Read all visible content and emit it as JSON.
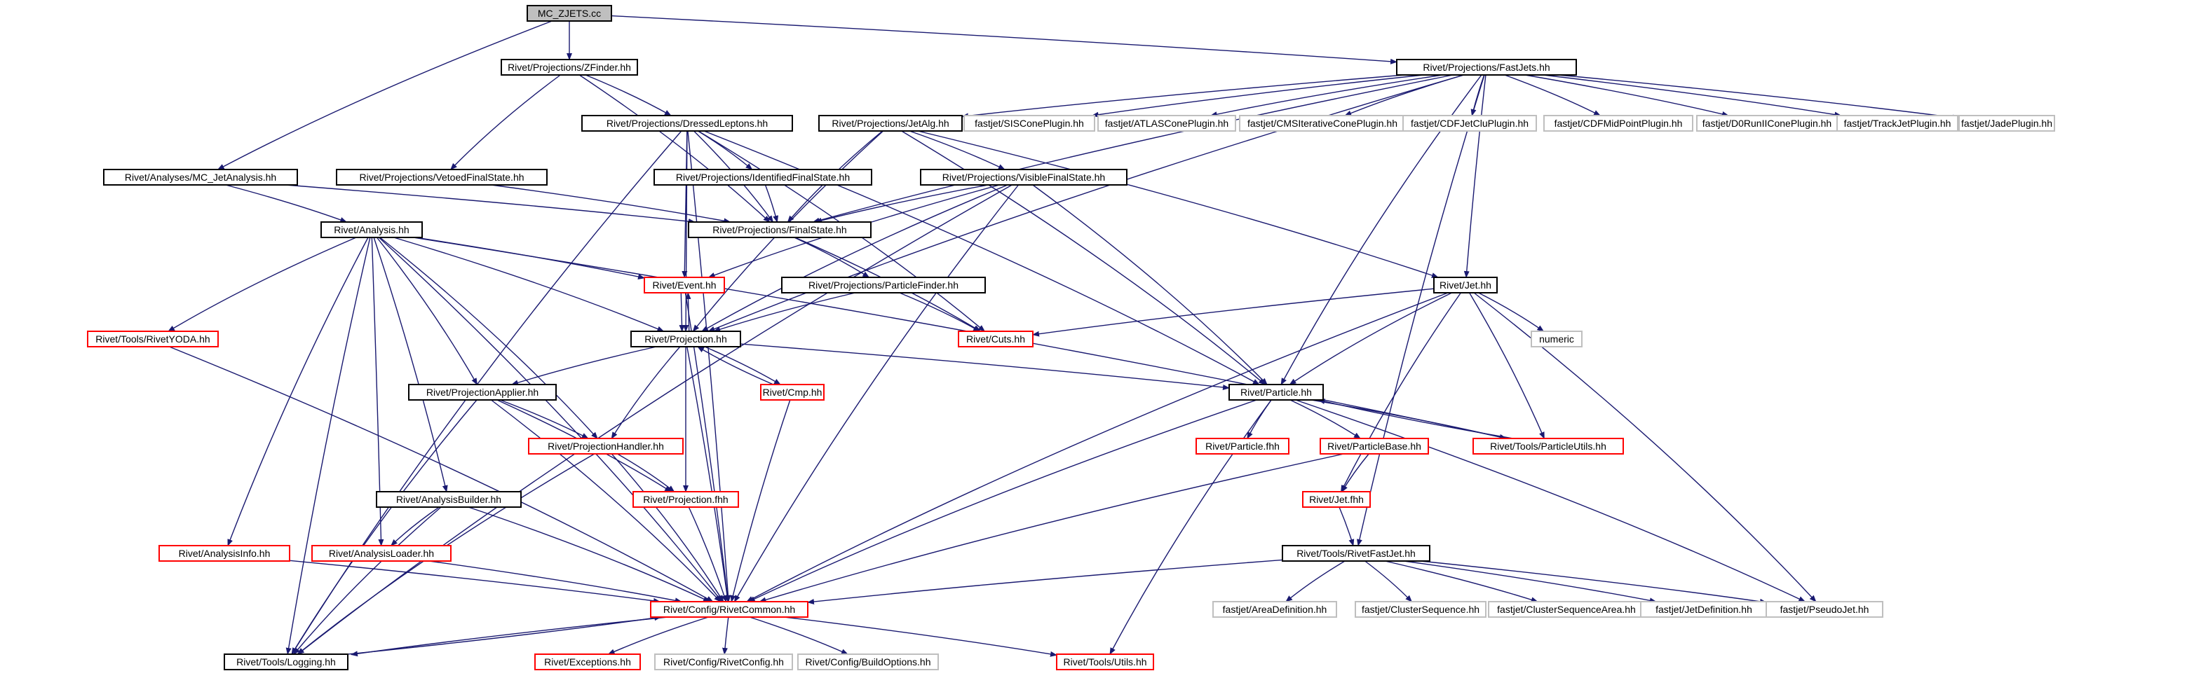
{
  "colors": {
    "edge": "#191970",
    "box_black": "#000000",
    "box_red": "#ff0000",
    "box_grey": "#bfbfbf",
    "root_fill": "#bfbfbf",
    "background": "#ffffff"
  },
  "nodes": [
    {
      "id": "mczjets",
      "label": "MC_ZJETS.cc",
      "style": "root"
    },
    {
      "id": "zfinder",
      "label": "Rivet/Projections/ZFinder.hh",
      "style": "black"
    },
    {
      "id": "fastjets",
      "label": "Rivet/Projections/FastJets.hh",
      "style": "black"
    },
    {
      "id": "dressedleptons",
      "label": "Rivet/Projections/DressedLeptons.hh",
      "style": "black"
    },
    {
      "id": "jetalg",
      "label": "Rivet/Projections/JetAlg.hh",
      "style": "black"
    },
    {
      "id": "siscone",
      "label": "fastjet/SISConePlugin.hh",
      "style": "grey"
    },
    {
      "id": "atlascone",
      "label": "fastjet/ATLASConePlugin.hh",
      "style": "grey"
    },
    {
      "id": "cmscone",
      "label": "fastjet/CMSIterativeConePlugin.hh",
      "style": "grey"
    },
    {
      "id": "cdfjetclu",
      "label": "fastjet/CDFJetCluPlugin.hh",
      "style": "grey"
    },
    {
      "id": "cdfmidpoint",
      "label": "fastjet/CDFMidPointPlugin.hh",
      "style": "grey"
    },
    {
      "id": "d0runii",
      "label": "fastjet/D0RunIIConePlugin.hh",
      "style": "grey"
    },
    {
      "id": "trackjet",
      "label": "fastjet/TrackJetPlugin.hh",
      "style": "grey"
    },
    {
      "id": "jade",
      "label": "fastjet/JadePlugin.hh",
      "style": "grey"
    },
    {
      "id": "mcjetanalysis",
      "label": "Rivet/Analyses/MC_JetAnalysis.hh",
      "style": "black"
    },
    {
      "id": "vetoedfs",
      "label": "Rivet/Projections/VetoedFinalState.hh",
      "style": "black"
    },
    {
      "id": "identifiedfs",
      "label": "Rivet/Projections/IdentifiedFinalState.hh",
      "style": "black"
    },
    {
      "id": "visiblefs",
      "label": "Rivet/Projections/VisibleFinalState.hh",
      "style": "black"
    },
    {
      "id": "finalstate",
      "label": "Rivet/Projections/FinalState.hh",
      "style": "black"
    },
    {
      "id": "analysis",
      "label": "Rivet/Analysis.hh",
      "style": "black"
    },
    {
      "id": "event",
      "label": "Rivet/Event.hh",
      "style": "red"
    },
    {
      "id": "particlefinder",
      "label": "Rivet/Projections/ParticleFinder.hh",
      "style": "black"
    },
    {
      "id": "jet",
      "label": "Rivet/Jet.hh",
      "style": "black"
    },
    {
      "id": "rivetyoda",
      "label": "Rivet/Tools/RivetYODA.hh",
      "style": "red"
    },
    {
      "id": "cuts",
      "label": "Rivet/Cuts.hh",
      "style": "red"
    },
    {
      "id": "projection",
      "label": "Rivet/Projection.hh",
      "style": "black"
    },
    {
      "id": "numeric",
      "label": "numeric",
      "style": "grey"
    },
    {
      "id": "projapplier",
      "label": "Rivet/ProjectionApplier.hh",
      "style": "black"
    },
    {
      "id": "cmp",
      "label": "Rivet/Cmp.hh",
      "style": "red"
    },
    {
      "id": "particle",
      "label": "Rivet/Particle.hh",
      "style": "black"
    },
    {
      "id": "projhandler",
      "label": "Rivet/ProjectionHandler.hh",
      "style": "red"
    },
    {
      "id": "particlefhh",
      "label": "Rivet/Particle.fhh",
      "style": "red"
    },
    {
      "id": "particlebase",
      "label": "Rivet/ParticleBase.hh",
      "style": "red"
    },
    {
      "id": "particleutils",
      "label": "Rivet/Tools/ParticleUtils.hh",
      "style": "red"
    },
    {
      "id": "analysisbuilder",
      "label": "Rivet/AnalysisBuilder.hh",
      "style": "black"
    },
    {
      "id": "projfhh",
      "label": "Rivet/Projection.fhh",
      "style": "red"
    },
    {
      "id": "jetfhh",
      "label": "Rivet/Jet.fhh",
      "style": "red"
    },
    {
      "id": "analysisinfo",
      "label": "Rivet/AnalysisInfo.hh",
      "style": "red"
    },
    {
      "id": "analysisloader",
      "label": "Rivet/AnalysisLoader.hh",
      "style": "red"
    },
    {
      "id": "rivetfastjet",
      "label": "Rivet/Tools/RivetFastJet.hh",
      "style": "black"
    },
    {
      "id": "rivetcommon",
      "label": "Rivet/Config/RivetCommon.hh",
      "style": "red"
    },
    {
      "id": "areadef",
      "label": "fastjet/AreaDefinition.hh",
      "style": "grey"
    },
    {
      "id": "clusterseq",
      "label": "fastjet/ClusterSequence.hh",
      "style": "grey"
    },
    {
      "id": "clusterseqarea",
      "label": "fastjet/ClusterSequenceArea.hh",
      "style": "grey"
    },
    {
      "id": "jetdef",
      "label": "fastjet/JetDefinition.hh",
      "style": "grey"
    },
    {
      "id": "pseudojet",
      "label": "fastjet/PseudoJet.hh",
      "style": "grey"
    },
    {
      "id": "logging",
      "label": "Rivet/Tools/Logging.hh",
      "style": "black"
    },
    {
      "id": "exceptions",
      "label": "Rivet/Exceptions.hh",
      "style": "red"
    },
    {
      "id": "rivetconfig",
      "label": "Rivet/Config/RivetConfig.hh",
      "style": "grey"
    },
    {
      "id": "buildoptions",
      "label": "Rivet/Config/BuildOptions.hh",
      "style": "grey"
    },
    {
      "id": "utils",
      "label": "Rivet/Tools/Utils.hh",
      "style": "red"
    }
  ],
  "edges": [
    [
      "mczjets",
      "zfinder"
    ],
    [
      "mczjets",
      "fastjets"
    ],
    [
      "mczjets",
      "mcjetanalysis"
    ],
    [
      "zfinder",
      "dressedleptons"
    ],
    [
      "zfinder",
      "vetoedfs"
    ],
    [
      "zfinder",
      "finalstate"
    ],
    [
      "fastjets",
      "jetalg"
    ],
    [
      "fastjets",
      "siscone"
    ],
    [
      "fastjets",
      "atlascone"
    ],
    [
      "fastjets",
      "cmscone"
    ],
    [
      "fastjets",
      "cdfjetclu"
    ],
    [
      "fastjets",
      "cdfmidpoint"
    ],
    [
      "fastjets",
      "d0runii"
    ],
    [
      "fastjets",
      "trackjet"
    ],
    [
      "fastjets",
      "jade"
    ],
    [
      "fastjets",
      "finalstate"
    ],
    [
      "fastjets",
      "jet"
    ],
    [
      "fastjets",
      "particle"
    ],
    [
      "fastjets",
      "rivetfastjet"
    ],
    [
      "fastjets",
      "projection"
    ],
    [
      "dressedleptons",
      "identifiedfs"
    ],
    [
      "dressedleptons",
      "finalstate"
    ],
    [
      "dressedleptons",
      "event"
    ],
    [
      "dressedleptons",
      "projection"
    ],
    [
      "dressedleptons",
      "particle"
    ],
    [
      "dressedleptons",
      "cuts"
    ],
    [
      "dressedleptons",
      "rivetcommon"
    ],
    [
      "dressedleptons",
      "logging"
    ],
    [
      "jetalg",
      "visiblefs"
    ],
    [
      "jetalg",
      "finalstate"
    ],
    [
      "jetalg",
      "jet"
    ],
    [
      "jetalg",
      "particle"
    ],
    [
      "jetalg",
      "projection"
    ],
    [
      "mcjetanalysis",
      "analysis"
    ],
    [
      "mcjetanalysis",
      "finalstate"
    ],
    [
      "vetoedfs",
      "finalstate"
    ],
    [
      "identifiedfs",
      "finalstate"
    ],
    [
      "visiblefs",
      "finalstate"
    ],
    [
      "visiblefs",
      "event"
    ],
    [
      "visiblefs",
      "projection"
    ],
    [
      "visiblefs",
      "particle"
    ],
    [
      "visiblefs",
      "rivetcommon"
    ],
    [
      "visiblefs",
      "logging"
    ],
    [
      "finalstate",
      "particlefinder"
    ],
    [
      "finalstate",
      "cuts"
    ],
    [
      "analysis",
      "event"
    ],
    [
      "analysis",
      "projection"
    ],
    [
      "analysis",
      "rivetyoda"
    ],
    [
      "analysis",
      "projapplier"
    ],
    [
      "analysis",
      "projhandler"
    ],
    [
      "analysis",
      "analysisbuilder"
    ],
    [
      "analysis",
      "analysisinfo"
    ],
    [
      "analysis",
      "analysisloader"
    ],
    [
      "analysis",
      "rivetcommon"
    ],
    [
      "analysis",
      "logging"
    ],
    [
      "analysis",
      "particleutils"
    ],
    [
      "event",
      "projection"
    ],
    [
      "event",
      "rivetcommon"
    ],
    [
      "particlefinder",
      "projection"
    ],
    [
      "particlefinder",
      "cuts"
    ],
    [
      "jet",
      "cuts"
    ],
    [
      "jet",
      "numeric"
    ],
    [
      "jet",
      "particle"
    ],
    [
      "jet",
      "particleutils"
    ],
    [
      "jet",
      "jetfhh"
    ],
    [
      "jet",
      "rivetcommon"
    ],
    [
      "jet",
      "pseudojet"
    ],
    [
      "rivetyoda",
      "rivetcommon"
    ],
    [
      "projection",
      "event"
    ],
    [
      "projection",
      "projapplier"
    ],
    [
      "projection",
      "cmp"
    ],
    [
      "projection",
      "projhandler"
    ],
    [
      "projection",
      "projfhh"
    ],
    [
      "projection",
      "rivetcommon"
    ],
    [
      "projection",
      "particle"
    ],
    [
      "projapplier",
      "projhandler"
    ],
    [
      "projapplier",
      "projfhh"
    ],
    [
      "projapplier",
      "rivetcommon"
    ],
    [
      "projapplier",
      "logging"
    ],
    [
      "cmp",
      "projection"
    ],
    [
      "cmp",
      "rivetcommon"
    ],
    [
      "particle",
      "particlefhh"
    ],
    [
      "particle",
      "particlebase"
    ],
    [
      "particle",
      "particleutils"
    ],
    [
      "particle",
      "rivetcommon"
    ],
    [
      "particle",
      "utils"
    ],
    [
      "particle",
      "pseudojet"
    ],
    [
      "projhandler",
      "projfhh"
    ],
    [
      "projhandler",
      "rivetcommon"
    ],
    [
      "projhandler",
      "logging"
    ],
    [
      "particlebase",
      "jetfhh"
    ],
    [
      "particlebase",
      "rivetcommon"
    ],
    [
      "particleutils",
      "particle"
    ],
    [
      "analysisbuilder",
      "analysisloader"
    ],
    [
      "analysisbuilder",
      "rivetcommon"
    ],
    [
      "analysisbuilder",
      "logging"
    ],
    [
      "projfhh",
      "rivetcommon"
    ],
    [
      "jetfhh",
      "rivetfastjet"
    ],
    [
      "analysisinfo",
      "rivetcommon"
    ],
    [
      "analysisloader",
      "rivetcommon"
    ],
    [
      "rivetfastjet",
      "rivetcommon"
    ],
    [
      "rivetfastjet",
      "areadef"
    ],
    [
      "rivetfastjet",
      "clusterseq"
    ],
    [
      "rivetfastjet",
      "clusterseqarea"
    ],
    [
      "rivetfastjet",
      "jetdef"
    ],
    [
      "rivetfastjet",
      "pseudojet"
    ],
    [
      "rivetcommon",
      "logging"
    ],
    [
      "rivetcommon",
      "exceptions"
    ],
    [
      "rivetcommon",
      "rivetconfig"
    ],
    [
      "rivetcommon",
      "buildoptions"
    ],
    [
      "rivetcommon",
      "utils"
    ],
    [
      "logging",
      "rivetcommon"
    ]
  ]
}
